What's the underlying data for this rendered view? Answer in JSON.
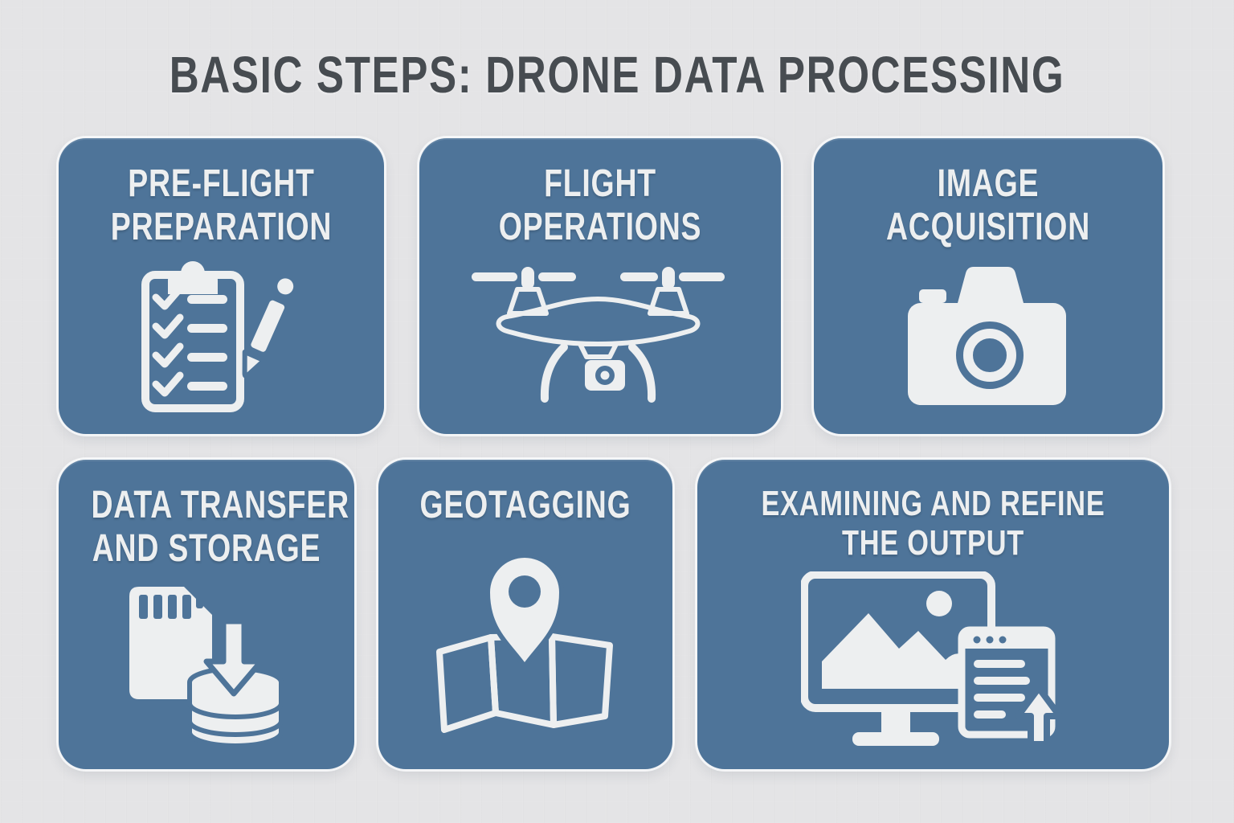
{
  "page": {
    "title": "BASIC STEPS: DRONE DATA PROCESSING",
    "background_color": "#e4e4e6",
    "title_color": "#474c51"
  },
  "card_style": {
    "background_color": "#4e7499",
    "text_color": "#edeff0",
    "icon_color": "#edeff0"
  },
  "cards": [
    {
      "title_line1": "PRE-FLIGHT",
      "title_line2": "PREPARATION",
      "icon": "checklist-pen-icon"
    },
    {
      "title_line1": "FLIGHT",
      "title_line2": "OPERATIONS",
      "icon": "drone-icon"
    },
    {
      "title_line1": "IMAGE",
      "title_line2": "ACQUISITION",
      "icon": "camera-icon"
    },
    {
      "title_line1": "DATA TRANSFER",
      "title_line2": "AND STORAGE",
      "icon": "sd-card-database-download-icon"
    },
    {
      "title_line1": "GEOTAGGING",
      "icon": "map-location-pin-icon"
    },
    {
      "title_line1": "EXAMINING AND REFINE",
      "title_line2": "THE OUTPUT",
      "icon": "monitor-document-upload-icon"
    }
  ]
}
